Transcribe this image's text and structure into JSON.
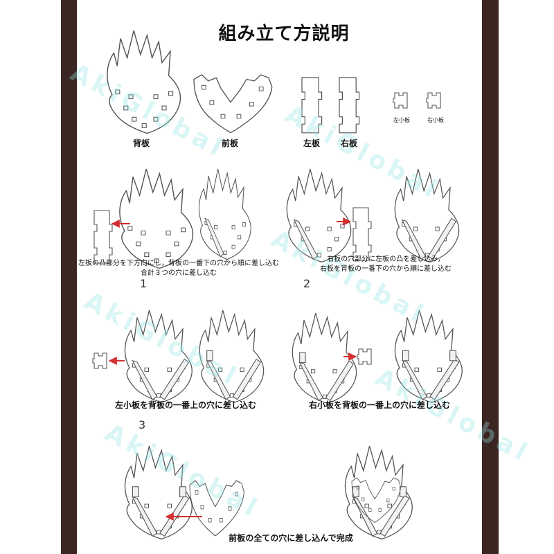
{
  "title": "組み立て方説明",
  "parts": {
    "back": "背板",
    "front": "前板",
    "left": "左板",
    "right": "右板",
    "left_small": "左小板",
    "right_small": "右小板"
  },
  "steps": [
    {
      "number": "1",
      "lines": [
        "左板の凸部分を下方向にし，背板の一番下の穴から順に差し込む",
        "合計３つの穴に差し込む"
      ]
    },
    {
      "number": "2",
      "lines": [
        "右板の穴部分に左板の凸を差し込み，",
        "右板を背板の一番下の穴から順に差し込む"
      ]
    },
    {
      "number": "3",
      "lines": [
        "左小板を背板の一番上の穴に差し込む"
      ]
    },
    {
      "number": "",
      "lines": [
        "右小板を背板の一番上の穴に差し込む"
      ]
    },
    {
      "number": "",
      "lines": [
        "前板の全ての穴に差し込んで完成"
      ]
    }
  ],
  "watermark": "AkiGlobal",
  "colors": {
    "frame": "#3b2622",
    "arrow": "#d32f2f",
    "line": "#555555",
    "watermark": "#96e1e1"
  }
}
